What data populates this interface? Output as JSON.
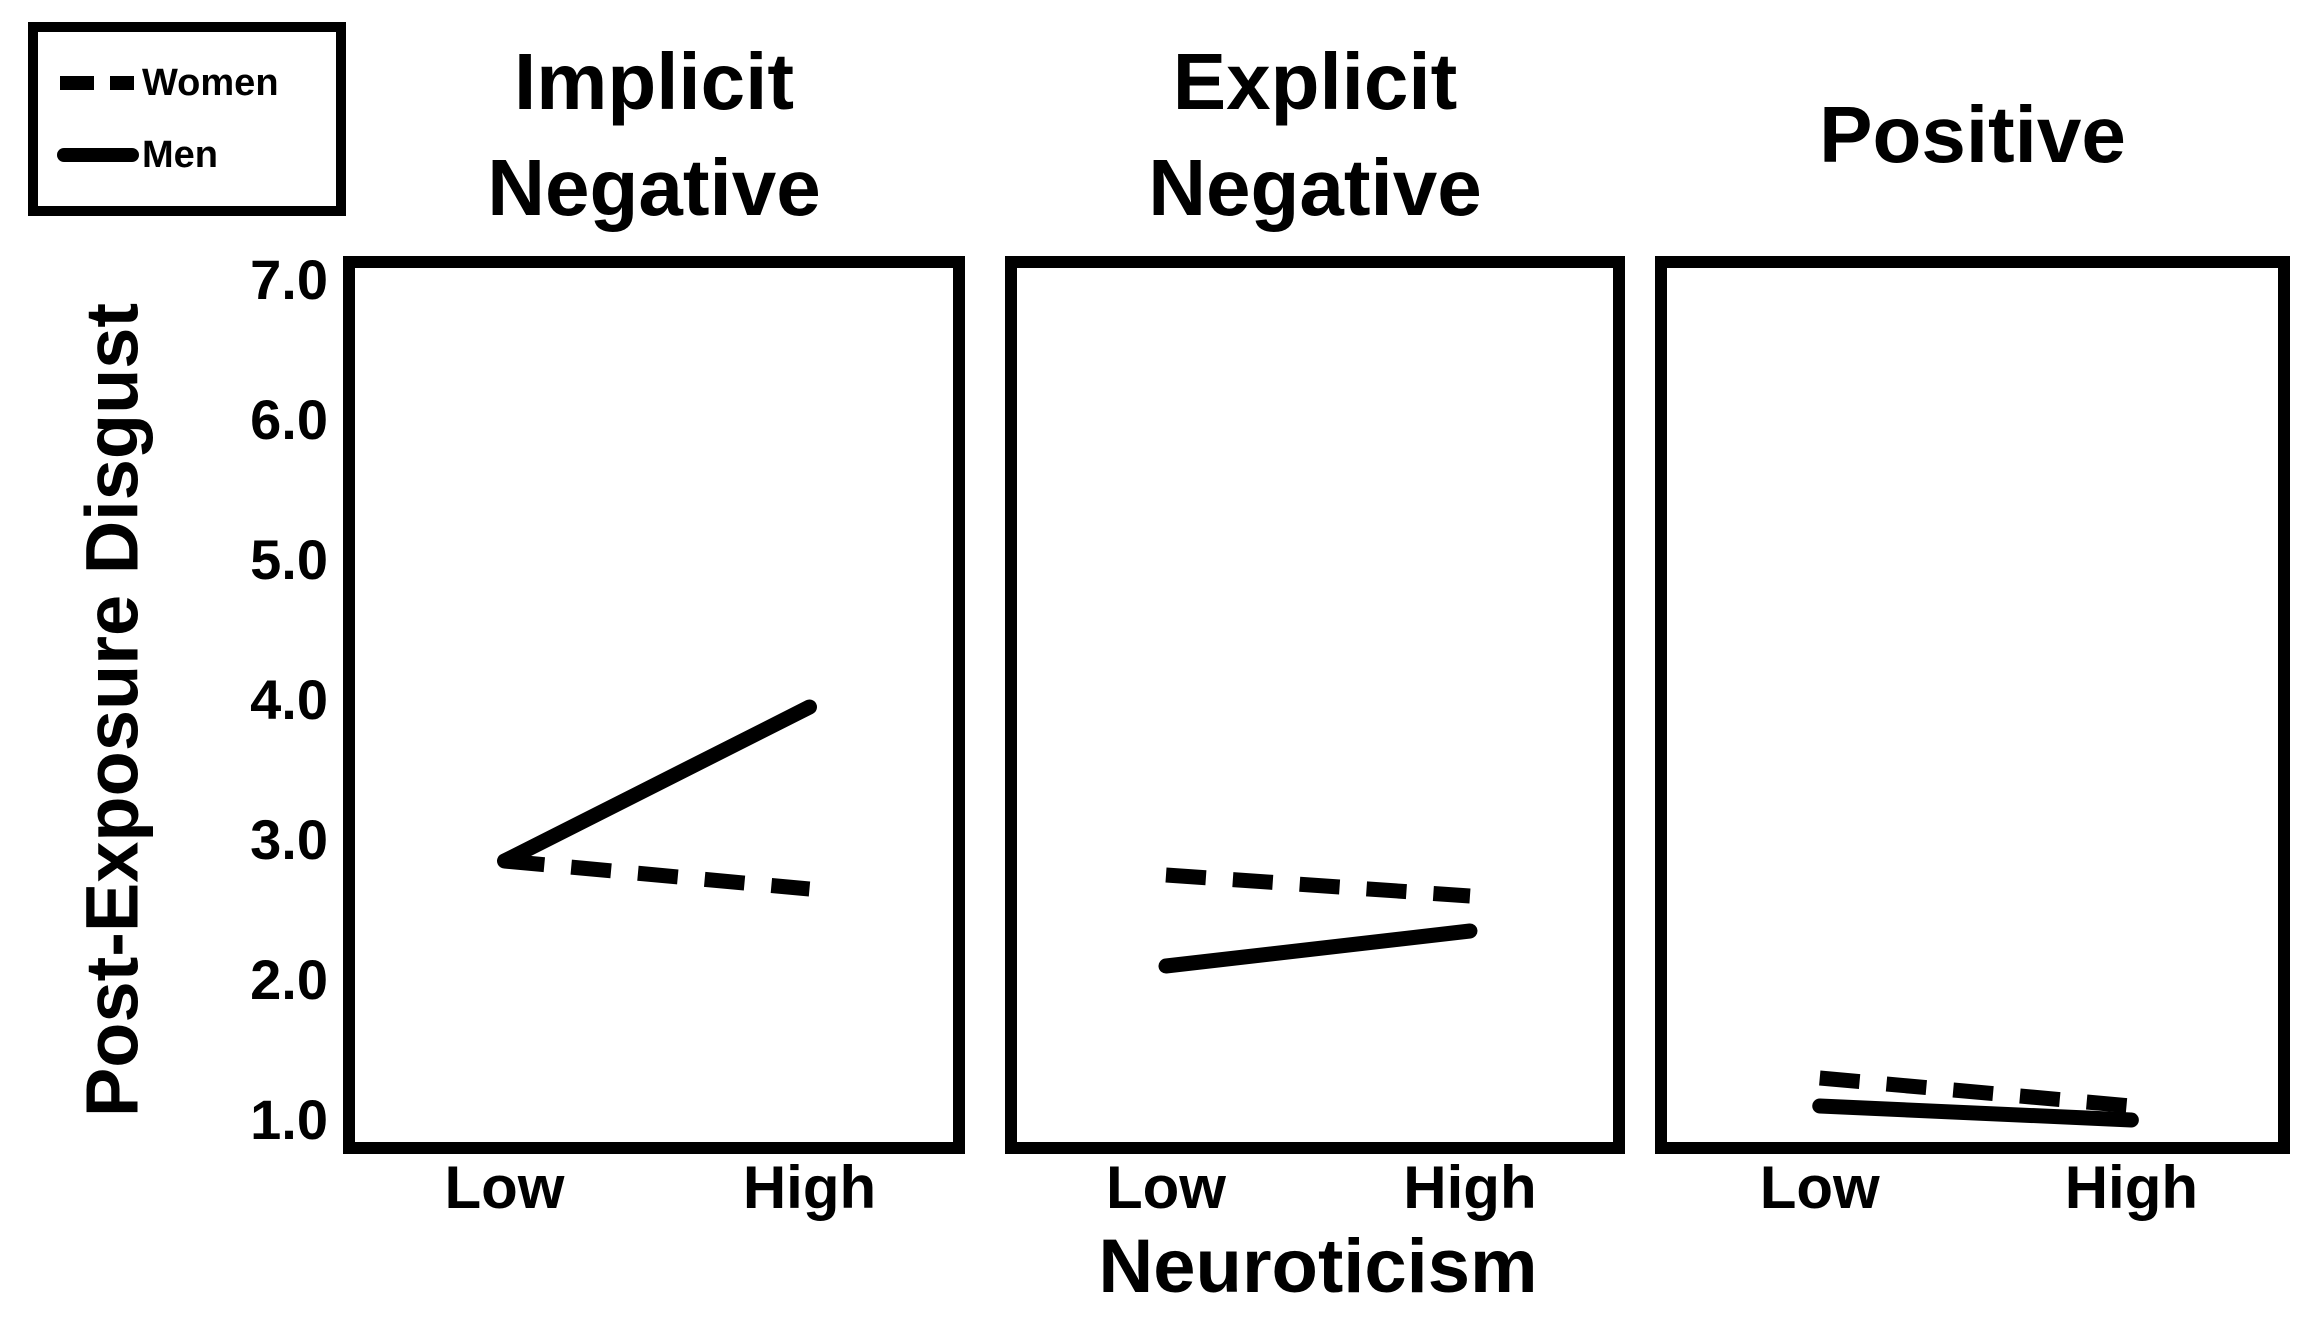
{
  "figure": {
    "background": "#ffffff",
    "ink_color": "#000000"
  },
  "legend": {
    "position": "top-left",
    "items": [
      {
        "label": "Women",
        "line_style": "dashed"
      },
      {
        "label": "Men",
        "line_style": "solid"
      }
    ]
  },
  "chart_data": {
    "type": "line",
    "ylabel": "Post-Exposure Disgust",
    "xlabel": "Neuroticism",
    "categories": [
      "Low",
      "High"
    ],
    "ylim": [
      1.0,
      7.0
    ],
    "ytick_labels": [
      "7.0",
      "6.0",
      "5.0",
      "4.0",
      "3.0",
      "2.0",
      "1.0"
    ],
    "grid": false,
    "legend_position": "top-left outside",
    "panels": [
      {
        "title": "Implicit Negative",
        "title_lines": [
          "Implicit",
          "Negative"
        ],
        "series": [
          {
            "name": "Women",
            "style": "dashed",
            "values": [
              2.85,
              2.65
            ]
          },
          {
            "name": "Men",
            "style": "solid",
            "values": [
              2.85,
              3.95
            ]
          }
        ]
      },
      {
        "title": "Explicit Negative",
        "title_lines": [
          "Explicit",
          "Negative"
        ],
        "series": [
          {
            "name": "Women",
            "style": "dashed",
            "values": [
              2.75,
              2.6
            ]
          },
          {
            "name": "Men",
            "style": "solid",
            "values": [
              2.1,
              2.35
            ]
          }
        ]
      },
      {
        "title": "Positive",
        "title_lines": [
          "Positive"
        ],
        "series": [
          {
            "name": "Women",
            "style": "dashed",
            "values": [
              1.3,
              1.1
            ]
          },
          {
            "name": "Men",
            "style": "solid",
            "values": [
              1.1,
              1.0
            ]
          }
        ]
      }
    ]
  }
}
